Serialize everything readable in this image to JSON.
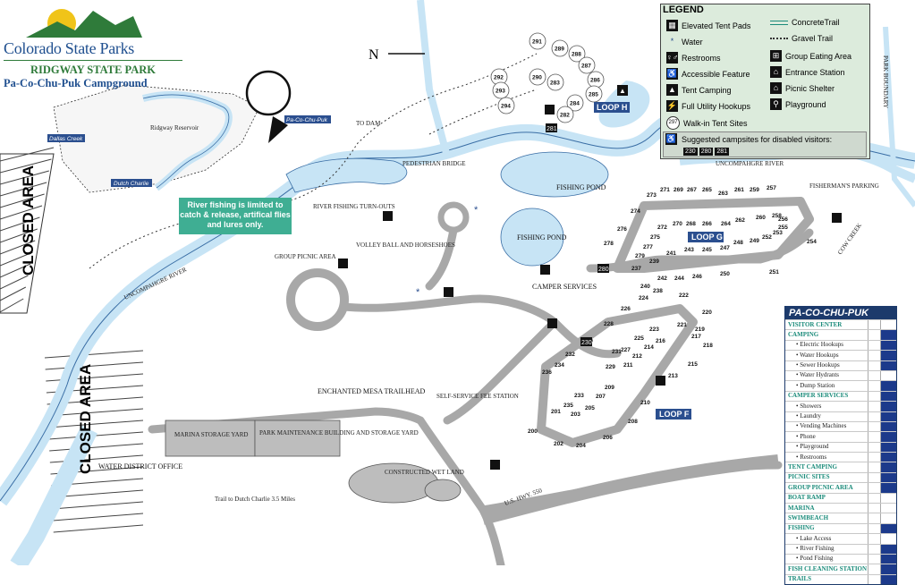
{
  "header": {
    "brand": "Colorado State Parks",
    "park_name": "RIDGWAY STATE PARK",
    "campground": "Pa-Co-Chu-Puk Campground"
  },
  "north": "N",
  "legend": {
    "title": "LEGEND",
    "left_items": [
      {
        "icon": "elevated-tent-pad-icon",
        "glyph": "▦",
        "label": "Elevated Tent Pads"
      },
      {
        "icon": "water-icon",
        "glyph": "*",
        "label": "Water"
      },
      {
        "icon": "restrooms-icon",
        "glyph": "♀♂",
        "label": "Restrooms"
      },
      {
        "icon": "accessible-icon",
        "glyph": "♿",
        "label": "Accessible Feature"
      },
      {
        "icon": "tent-camping-icon",
        "glyph": "▲",
        "label": "Tent Camping"
      },
      {
        "icon": "full-utility-hookups-icon",
        "glyph": "⚡",
        "label": "Full Utility Hookups"
      },
      {
        "icon": "walk-in-tent-site-icon",
        "glyph": "297",
        "label": "Walk-in Tent Sites"
      }
    ],
    "right_items": [
      {
        "icon": "concrete-trail-icon",
        "label": "ConcreteTrail"
      },
      {
        "icon": "gravel-trail-icon",
        "label": "Gravel Trail"
      },
      {
        "icon": "group-eating-area-icon",
        "glyph": "⊞",
        "label": "Group Eating Area"
      },
      {
        "icon": "entrance-station-icon",
        "glyph": "⌂",
        "label": "Entrance Station"
      },
      {
        "icon": "picnic-shelter-icon",
        "glyph": "⌂",
        "label": "Picnic Shelter"
      },
      {
        "icon": "playground-icon",
        "glyph": "⚲",
        "label": "Playground"
      }
    ],
    "suggested_label": "Suggested campsites for disabled visitors:",
    "suggested_sites": [
      "230",
      "280",
      "281"
    ],
    "colors": {
      "legend_bg": "#dcebdc",
      "water": "#c7e4f5",
      "road": "#a8a8a8"
    }
  },
  "labels": {
    "river_info": "River fishing is limited to catch & release, artifical flies and lures only.",
    "river_fishing_turnouts": "RIVER FISHING TURN-OUTS",
    "volleyball": "VOLLEY BALL AND HORSESHOES",
    "group_picnic": "GROUP PICNIC AREA",
    "uncompahgre_river_left": "UNCOMPAHGRE RIVER",
    "uncompahgre_river_right": "UNCOMPAHGRE RIVER",
    "pedestrian_bridge": "PEDESTRIAN BRIDGE",
    "to_dam": "TO DAM",
    "fishing_pond_1": "FISHING POND",
    "fishing_pond_2": "FISHING POND",
    "camper_services": "CAMPER SERVICES",
    "fishermans_parking": "FISHERMAN'S PARKING",
    "cow_creek": "COW CREEK",
    "park_boundary": "PARK BOUNDARY",
    "enchanted_mesa": "ENCHANTED MESA TRAILHEAD",
    "fee_station": "SELF-SERVICE FEE STATION",
    "marina_storage": "MARINA STORAGE YARD",
    "park_maintenance": "PARK MAINTENANCE BUILDING AND STORAGE YARD",
    "water_district": "WATER DISTRICT OFFICE",
    "constructed_wetland": "CONSTRUCTED WET LAND",
    "trail_dutch": "Trail to Dutch Charlie 3.5 Miles",
    "us_hwy": "U.S. HWY. 550",
    "closed_area_1": "CLOSED AREA",
    "closed_area_2": "CLOSED AREA",
    "loop_h": "LOOP H",
    "loop_g": "LOOP G",
    "loop_f": "LOOP F"
  },
  "inset": {
    "ridgway_reservoir": "Ridgway Reservoir",
    "pa_co_chu_puk": "Pa-Co-Chu-Puk",
    "dallas_creek": "Dallas Creek",
    "dutch_charlie": "Dutch Charlie"
  },
  "sites": {
    "loop_h": [
      "291",
      "289",
      "288",
      "287",
      "286",
      "285",
      "284",
      "283",
      "282",
      "281",
      "290",
      "292",
      "293",
      "294"
    ],
    "loop_g_top": [
      "273",
      "271",
      "269",
      "267",
      "265",
      "263",
      "261",
      "259",
      "257"
    ],
    "loop_g_inner_top": [
      "274",
      "272",
      "270",
      "268",
      "266",
      "264",
      "262",
      "260",
      "258",
      "256",
      "255",
      "254"
    ],
    "loop_g_mid": [
      "276",
      "275",
      "277",
      "278",
      "279",
      "280",
      "237",
      "239",
      "241",
      "243",
      "245",
      "247",
      "248",
      "249",
      "252",
      "253"
    ],
    "loop_g_bottom": [
      "240",
      "242",
      "244",
      "246",
      "250",
      "251",
      "238"
    ],
    "loop_f": [
      "224",
      "226",
      "222",
      "220",
      "221",
      "219",
      "217",
      "218",
      "215",
      "213",
      "228",
      "225",
      "223",
      "216",
      "230",
      "214",
      "212",
      "211",
      "229",
      "227",
      "231",
      "232",
      "234",
      "236",
      "233",
      "235",
      "209",
      "207",
      "205",
      "203",
      "201",
      "200",
      "202",
      "204",
      "206",
      "208",
      "210"
    ]
  },
  "facilities": {
    "title": "PA-CO-CHU-PUK",
    "rows": [
      {
        "label": "VISITOR CENTER",
        "type": "cat",
        "c1": false,
        "c2": false
      },
      {
        "label": "CAMPING",
        "type": "cat",
        "c1": false,
        "c2": true
      },
      {
        "label": "• Electric Hookups",
        "type": "sub",
        "c1": false,
        "c2": true
      },
      {
        "label": "• Water Hookups",
        "type": "sub",
        "c1": false,
        "c2": true
      },
      {
        "label": "• Sewer Hookups",
        "type": "sub",
        "c1": false,
        "c2": true
      },
      {
        "label": "• Water Hydrants",
        "type": "sub",
        "c1": false,
        "c2": false
      },
      {
        "label": "• Dump Station",
        "type": "sub",
        "c1": false,
        "c2": true
      },
      {
        "label": "CAMPER SERVICES",
        "type": "cat",
        "c1": false,
        "c2": true
      },
      {
        "label": "• Showers",
        "type": "sub",
        "c1": false,
        "c2": true
      },
      {
        "label": "• Laundry",
        "type": "sub",
        "c1": false,
        "c2": true
      },
      {
        "label": "• Vending Machines",
        "type": "sub",
        "c1": false,
        "c2": true
      },
      {
        "label": "• Phone",
        "type": "sub",
        "c1": false,
        "c2": true
      },
      {
        "label": "• Playground",
        "type": "sub",
        "c1": false,
        "c2": true
      },
      {
        "label": "• Restrooms",
        "type": "sub",
        "c1": false,
        "c2": true
      },
      {
        "label": "TENT CAMPING",
        "type": "cat",
        "c1": false,
        "c2": true
      },
      {
        "label": "PICNIC SITES",
        "type": "cat",
        "c1": false,
        "c2": true
      },
      {
        "label": "GROUP PICNIC AREA",
        "type": "cat",
        "c1": false,
        "c2": true
      },
      {
        "label": "BOAT RAMP",
        "type": "cat",
        "c1": false,
        "c2": false
      },
      {
        "label": "MARINA",
        "type": "cat",
        "c1": false,
        "c2": false
      },
      {
        "label": "SWIMBEACH",
        "type": "cat",
        "c1": false,
        "c2": false
      },
      {
        "label": "FISHING",
        "type": "cat",
        "c1": false,
        "c2": true
      },
      {
        "label": "• Lake Access",
        "type": "sub",
        "c1": false,
        "c2": false
      },
      {
        "label": "• River Fishing",
        "type": "sub",
        "c1": false,
        "c2": true
      },
      {
        "label": "• Pond Fishing",
        "type": "sub",
        "c1": false,
        "c2": true
      },
      {
        "label": "FISH CLEANING STATION",
        "type": "cat",
        "c1": false,
        "c2": true
      },
      {
        "label": "TRAILS",
        "type": "cat",
        "c1": false,
        "c2": true
      }
    ]
  }
}
